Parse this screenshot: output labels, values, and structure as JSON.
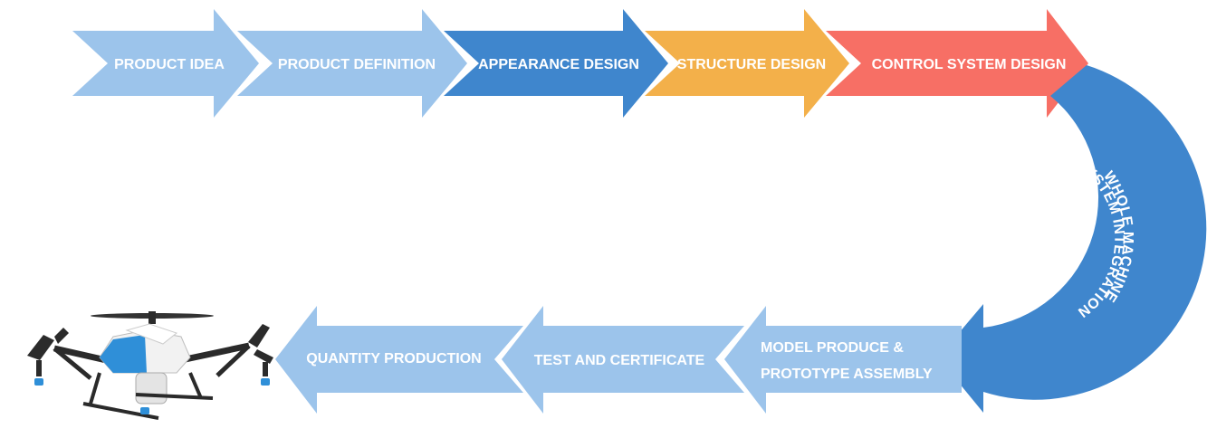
{
  "steps_top": [
    {
      "label": "PRODUCT IDEA",
      "color": "#9cc4eb"
    },
    {
      "label": "PRODUCT DEFINITION",
      "color": "#9cc4eb"
    },
    {
      "label": "APPEARANCE DESIGN",
      "color": "#3f86cd"
    },
    {
      "label": "STRUCTURE DESIGN",
      "color": "#f3b04a"
    },
    {
      "label": "CONTROL SYSTEM DESIGN",
      "color": "#f76f65"
    }
  ],
  "curve_step": {
    "line1": "WHOLE MACHINE",
    "line2": "SYSTEM INTEGRATION",
    "color": "#3f86cd"
  },
  "steps_bottom": [
    {
      "line1": "MODEL PRODUCE &",
      "line2": "PROTOTYPE ASSEMBLY",
      "color": "#9cc4eb"
    },
    {
      "line1": "TEST AND CERTIFICATE",
      "line2": "",
      "color": "#9cc4eb"
    },
    {
      "line1": "QUANTITY PRODUCTION",
      "line2": "",
      "color": "#9cc4eb"
    }
  ],
  "drone": {
    "icon": "agricultural-drone-icon",
    "body_color": "#2f8fd8"
  }
}
